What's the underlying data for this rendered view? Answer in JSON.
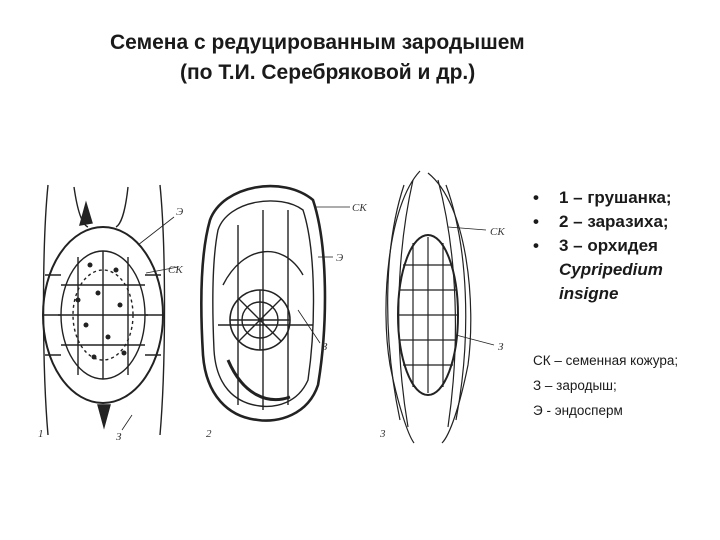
{
  "title": {
    "line1": "Семена с редуцированным зародышем",
    "line2": "(по Т.И. Серебряковой и др.)"
  },
  "figure": {
    "labels": {
      "s1_e": "Э",
      "s1_ck": "СК",
      "s1_num": "1",
      "s1_z": "З",
      "s2_ck": "СК",
      "s2_e": "Э",
      "s2_z": "З",
      "s2_num": "2",
      "s3_ck": "СК",
      "s3_z": "З",
      "s3_num": "3"
    }
  },
  "bullets": [
    {
      "bullet": "•",
      "text": "1 – грушанка;"
    },
    {
      "bullet": "•",
      "text": "2 – заразиха;"
    },
    {
      "bullet": "•",
      "text": "3 – орхидея",
      "species1": "Cypripedium",
      "species2": "insigne"
    }
  ],
  "legend": {
    "line1": "СК – семенная кожура;",
    "line2": "З – зародыш;",
    "line3": "Э - эндосперм"
  }
}
